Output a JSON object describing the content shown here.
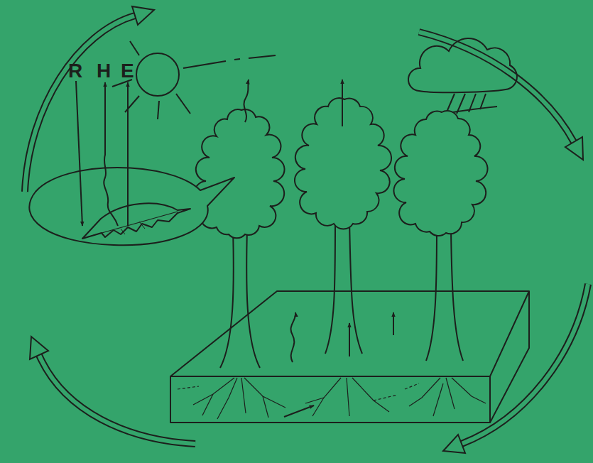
{
  "diagram": {
    "labels": [
      "R",
      "H",
      "E"
    ]
  }
}
